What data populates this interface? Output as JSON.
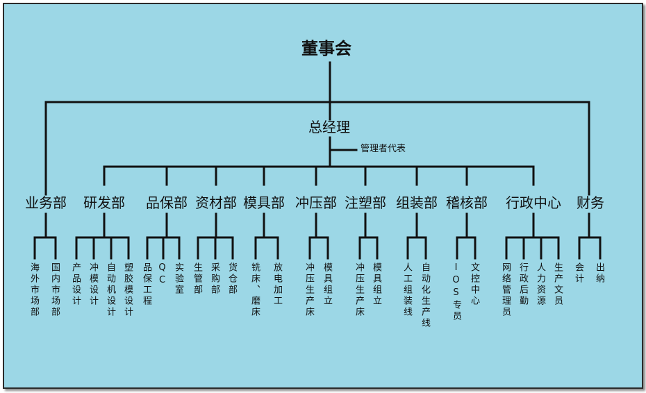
{
  "board": "董事会",
  "general_manager": "总经理",
  "management_rep": "管理者代表",
  "departments": [
    {
      "name": "业务部",
      "subs": [
        "海外市场部",
        "国内市场部"
      ]
    },
    {
      "name": "研发部",
      "subs": [
        "产品设计",
        "冲模设计",
        "自动机设计",
        "塑胶模设计"
      ]
    },
    {
      "name": "品保部",
      "subs": [
        "品保工程",
        "QC",
        "实验室"
      ]
    },
    {
      "name": "资材部",
      "subs": [
        "生管部",
        "采购部",
        "货仓部"
      ]
    },
    {
      "name": "模具部",
      "subs": [
        "铣床、磨床",
        "放电加工"
      ]
    },
    {
      "name": "冲压部",
      "subs": [
        "冲压生产床",
        "模具组立"
      ]
    },
    {
      "name": "注塑部",
      "subs": [
        "冲压生产床",
        "模具组立"
      ]
    },
    {
      "name": "组装部",
      "subs": [
        "人工组装线",
        "自动化生产线"
      ]
    },
    {
      "name": "稽核部",
      "subs": [
        "IOS专员",
        "文控中心"
      ]
    },
    {
      "name": "行政中心",
      "subs": [
        "网络管理员",
        "行政后勤",
        "人力资源",
        "生产文员"
      ]
    },
    {
      "name": "财务",
      "subs": [
        "会计",
        "出纳"
      ]
    }
  ],
  "colors": {
    "background": "#9cd7e6",
    "line": "#111111",
    "text": "#111111",
    "border": "#2b2b2b"
  }
}
